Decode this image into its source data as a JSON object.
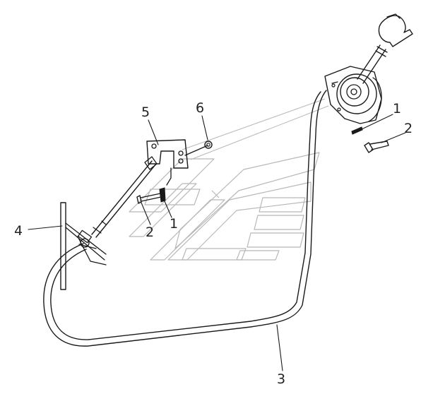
{
  "diagram": {
    "callouts": [
      "1",
      "2",
      "3",
      "4",
      "5",
      "6",
      "1",
      "2"
    ],
    "colors": {
      "line": "#1a1a1a",
      "watermark": "#b8b8b8",
      "background": "#ffffff"
    }
  }
}
